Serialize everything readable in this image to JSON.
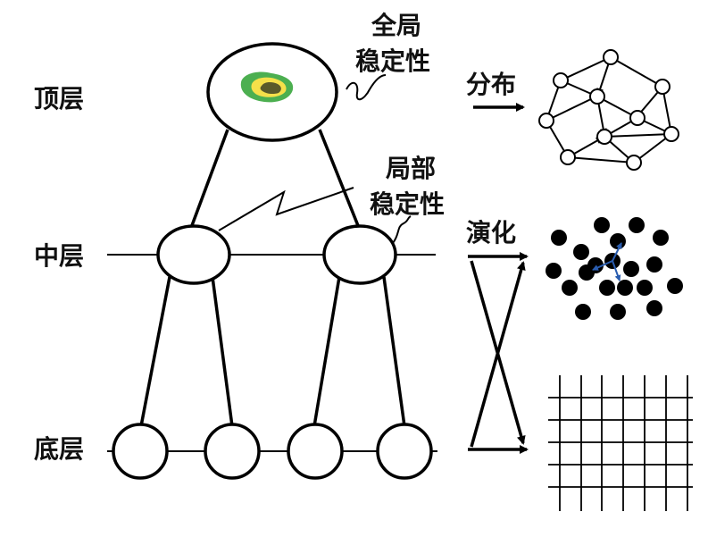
{
  "levels": {
    "top": "顶层",
    "middle": "中层",
    "bottom": "底层"
  },
  "annotations": {
    "global_stability": [
      "全局",
      "稳定性"
    ],
    "local_stability": [
      "局部",
      "稳定性"
    ],
    "distribution": "分布",
    "evolution": "演化"
  },
  "colors": {
    "line": "#000000",
    "blob_outer": "#4caf50",
    "blob_mid": "#f5e04a",
    "blob_inner": "#5a5a2a",
    "dot_arrow": "#2a5db0"
  }
}
